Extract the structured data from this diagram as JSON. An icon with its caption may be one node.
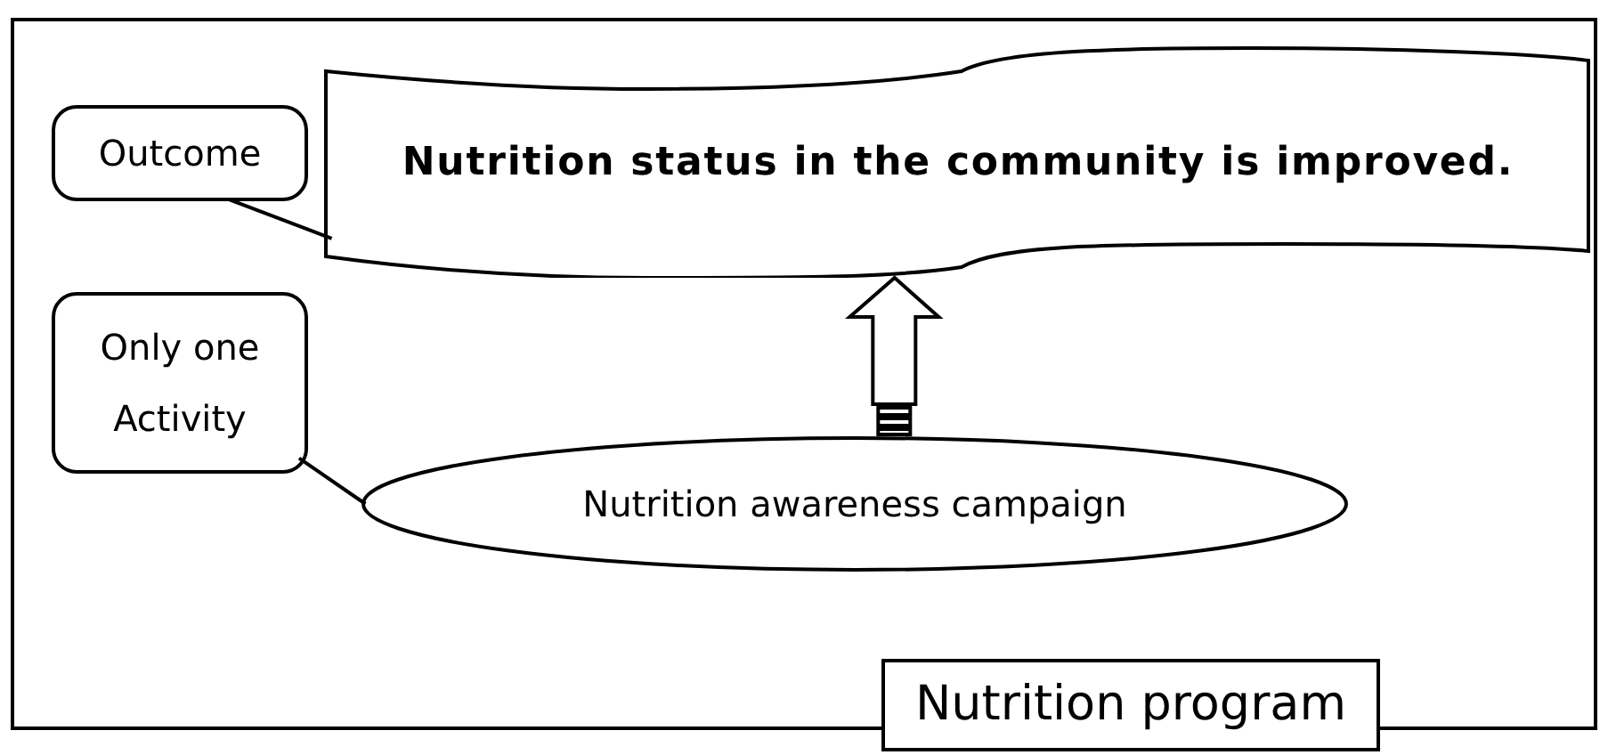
{
  "diagram": {
    "nodes": [
      {
        "text": [
          "Nutrition program"
        ]
      },
      {
        "text": [
          "Outcome"
        ],
        "in": 0
      },
      {
        "text": [
          "Nutrition status in the community is improved."
        ],
        "in": 0
      },
      {
        "text": [
          "Only one Activity"
        ],
        "in": 0
      },
      {
        "text": [
          "Nutrition awareness campaign"
        ],
        "in": 0
      }
    ],
    "edges": [
      {
        "from": 1,
        "to": 2,
        "arrow": "none"
      },
      {
        "from": 4,
        "to": 2,
        "arrow": "to",
        "style": "thick"
      },
      {
        "from": 3,
        "to": 4,
        "arrow": "none"
      }
    ]
  }
}
